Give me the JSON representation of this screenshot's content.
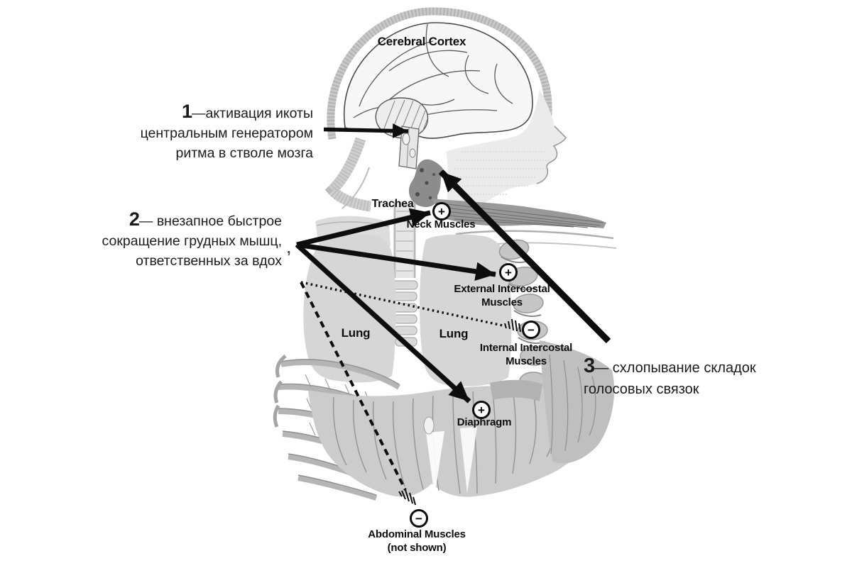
{
  "figure_type": "anatomical-diagram-hiccup-mechanism",
  "annotations": {
    "a1": {
      "number": "1",
      "line1": "—активация икоты",
      "line2": "центральным генератором",
      "line3": "ритма в стволе мозга"
    },
    "a2": {
      "number": "2",
      "line1": "— внезапное быстрое",
      "line2": "сокращение грудных мышц,",
      "line3": "ответственных за вдох"
    },
    "a3": {
      "number": "3",
      "line1": "— схлопывание складок",
      "line2": "голосовых связок"
    }
  },
  "labels": {
    "cerebral_cortex": "Cerebral Cortex",
    "trachea": "Trachea",
    "neck_muscles": "Neck Muscles",
    "external_intercostal": "External Intercostal",
    "external_intercostal_2": "Muscles",
    "lung_left": "Lung",
    "lung_right": "Lung",
    "internal_intercostal": "Internal Intercostal",
    "internal_intercostal_2": "Muscles",
    "diaphragm": "Diaphragm",
    "abdominal_muscles": "Abdominal Muscles",
    "abdominal_muscles_2": "(not shown)"
  },
  "markers": {
    "neck_muscles": "+",
    "external_intercostal": "+",
    "internal_intercostal": "−",
    "diaphragm": "+",
    "abdominal_muscles": "−"
  },
  "artifact_comma": ",",
  "colors": {
    "background": "#ffffff",
    "ink": "#0d0d0d",
    "annotation_text": "#1b1b1b",
    "illustration_light": "#d6d6d6",
    "illustration_mid": "#b5b5b5",
    "illustration_dark": "#7f7f7f"
  }
}
